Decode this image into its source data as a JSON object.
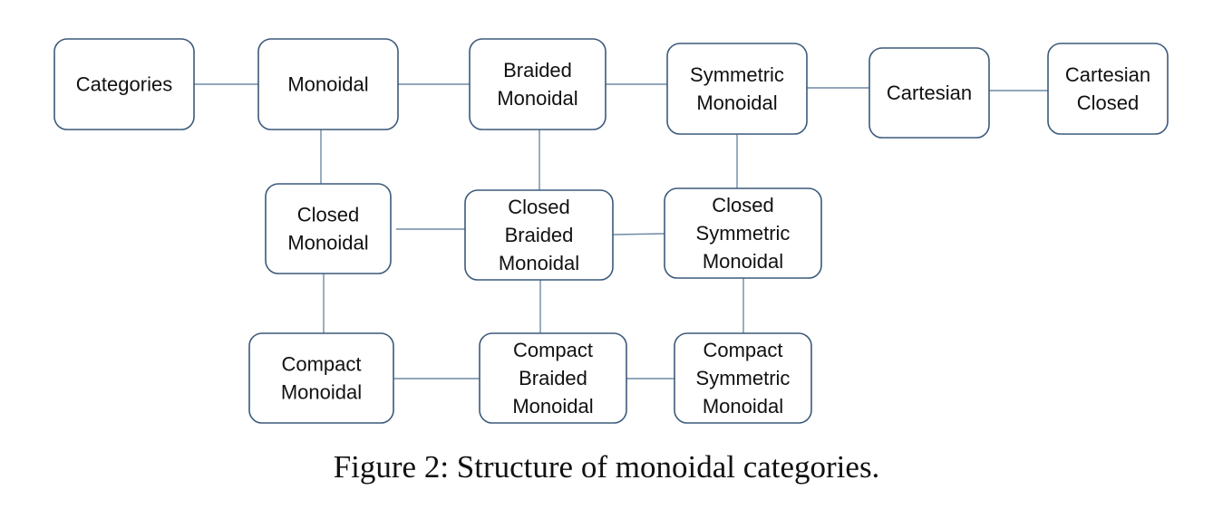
{
  "nodes": [
    {
      "id": "categories",
      "lines": [
        "Categories"
      ]
    },
    {
      "id": "monoidal",
      "lines": [
        "Monoidal"
      ]
    },
    {
      "id": "braided-monoidal",
      "lines": [
        "Braided",
        "Monoidal"
      ]
    },
    {
      "id": "symmetric-monoidal",
      "lines": [
        "Symmetric",
        "Monoidal"
      ]
    },
    {
      "id": "cartesian",
      "lines": [
        "Cartesian"
      ]
    },
    {
      "id": "cartesian-closed",
      "lines": [
        "Cartesian",
        "Closed"
      ]
    },
    {
      "id": "closed-monoidal",
      "lines": [
        "Closed",
        "Monoidal"
      ]
    },
    {
      "id": "closed-braided-monoidal",
      "lines": [
        "Closed",
        "Braided",
        "Monoidal"
      ]
    },
    {
      "id": "closed-symmetric-monoidal",
      "lines": [
        "Closed",
        "Symmetric",
        "Monoidal"
      ]
    },
    {
      "id": "compact-monoidal",
      "lines": [
        "Compact",
        "Monoidal"
      ]
    },
    {
      "id": "compact-braided-monoidal",
      "lines": [
        "Compact",
        "Braided",
        "Monoidal"
      ]
    },
    {
      "id": "compact-symmetric-monoidal",
      "lines": [
        "Compact",
        "Symmetric",
        "Monoidal"
      ]
    }
  ],
  "edges": [
    [
      "categories",
      "monoidal"
    ],
    [
      "monoidal",
      "braided-monoidal"
    ],
    [
      "braided-monoidal",
      "symmetric-monoidal"
    ],
    [
      "symmetric-monoidal",
      "cartesian"
    ],
    [
      "cartesian",
      "cartesian-closed"
    ],
    [
      "monoidal",
      "closed-monoidal"
    ],
    [
      "braided-monoidal",
      "closed-braided-monoidal"
    ],
    [
      "symmetric-monoidal",
      "closed-symmetric-monoidal"
    ],
    [
      "closed-monoidal",
      "closed-braided-monoidal"
    ],
    [
      "closed-braided-monoidal",
      "closed-symmetric-monoidal"
    ],
    [
      "closed-monoidal",
      "compact-monoidal"
    ],
    [
      "closed-braided-monoidal",
      "compact-braided-monoidal"
    ],
    [
      "closed-symmetric-monoidal",
      "compact-symmetric-monoidal"
    ],
    [
      "compact-monoidal",
      "compact-braided-monoidal"
    ],
    [
      "compact-braided-monoidal",
      "compact-symmetric-monoidal"
    ]
  ],
  "caption": "Figure 2: Structure of monoidal categories."
}
